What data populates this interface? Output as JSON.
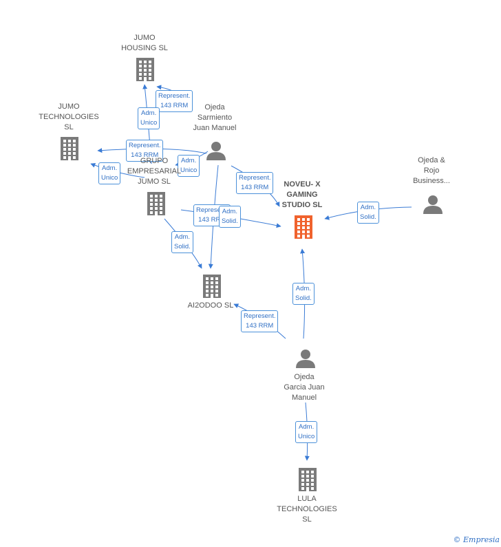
{
  "nodes": [
    {
      "id": "jumo-housing",
      "label": "JUMO\nHOUSING  SL",
      "kind": "company",
      "color": "#7a7a7a"
    },
    {
      "id": "jumo-tech",
      "label": "JUMO\nTECHNOLOGIES\nSL",
      "kind": "company",
      "color": "#7a7a7a"
    },
    {
      "id": "grupo-jumo",
      "label": "GRUPO\nEMPRESARIAL\nJUMO  SL",
      "kind": "company",
      "color": "#7a7a7a"
    },
    {
      "id": "ojeda-sarmiento",
      "label": "Ojeda\nSarmiento\nJuan Manuel",
      "kind": "person",
      "color": "#7a7a7a"
    },
    {
      "id": "noveu",
      "label": "NOVEU- X\nGAMING\nSTUDIO  SL",
      "kind": "company",
      "color": "#f0622d",
      "focus": true
    },
    {
      "id": "ojeda-rojo",
      "label": "Ojeda &\nRojo\nBusiness...",
      "kind": "person",
      "color": "#7a7a7a"
    },
    {
      "id": "ai2odoo",
      "label": "AI2ODOO  SL",
      "kind": "company",
      "color": "#7a7a7a"
    },
    {
      "id": "ojeda-garcia",
      "label": "Ojeda\nGarcia Juan\nManuel",
      "kind": "person",
      "color": "#7a7a7a"
    },
    {
      "id": "lula",
      "label": "LULA\nTECHNOLOGIES\nSL",
      "kind": "company",
      "color": "#7a7a7a"
    }
  ],
  "edges": [
    {
      "from": "ojeda-sarmiento",
      "to": "jumo-housing",
      "label": "Represent.\n143 RRM"
    },
    {
      "from": "grupo-jumo",
      "to": "jumo-housing",
      "label": "Adm.\nUnico"
    },
    {
      "from": "ojeda-sarmiento",
      "to": "jumo-tech",
      "label": "Represent.\n143 RRM"
    },
    {
      "from": "grupo-jumo",
      "to": "jumo-tech",
      "label": "Adm.\nUnico"
    },
    {
      "from": "ojeda-sarmiento",
      "to": "grupo-jumo",
      "label": "Adm.\nUnico"
    },
    {
      "from": "ojeda-sarmiento",
      "to": "noveu",
      "label": "Represent.\n143 RRM"
    },
    {
      "from": "grupo-jumo",
      "to": "noveu",
      "label": "Represent.\n143 RRM"
    },
    {
      "from": "ojeda-sarmiento",
      "to": "ai2odoo",
      "label": "Adm.\nSolid."
    },
    {
      "from": "grupo-jumo",
      "to": "ai2odoo",
      "label": "Adm.\nSolid."
    },
    {
      "from": "ojeda-rojo",
      "to": "noveu",
      "label": "Adm.\nSolid."
    },
    {
      "from": "ojeda-garcia",
      "to": "noveu",
      "label": "Adm.\nSolid."
    },
    {
      "from": "ojeda-garcia",
      "to": "ai2odoo",
      "label": "Represent.\n143 RRM"
    },
    {
      "from": "ojeda-garcia",
      "to": "lula",
      "label": "Adm.\nUnico"
    }
  ],
  "watermark": "© Empresia"
}
